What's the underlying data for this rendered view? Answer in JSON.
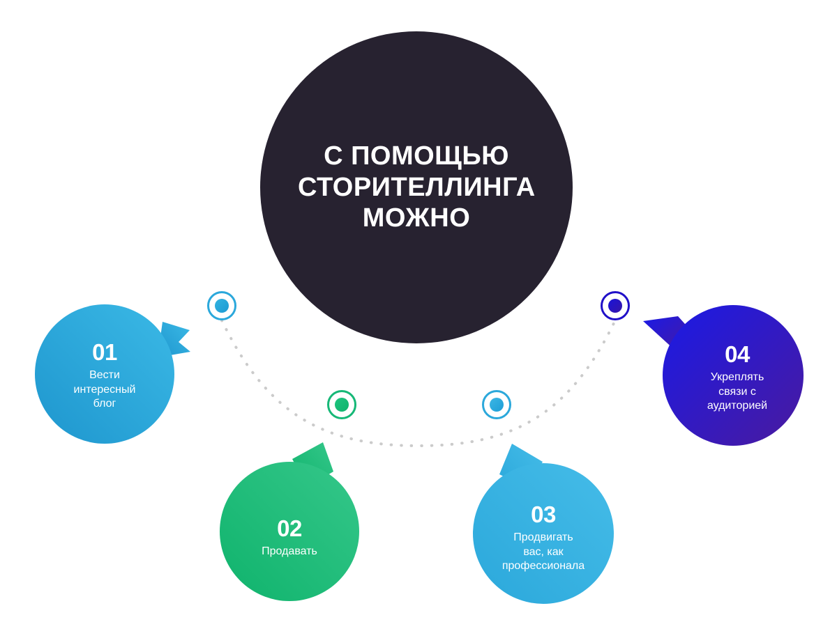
{
  "hub": {
    "title": "С ПОМОЩЬЮ\nСТОРИТЕЛЛИНГА\nМОЖНО",
    "background_color": "#272230",
    "text_color": "#FFFFFF"
  },
  "connector": {
    "style": "dotted-arc",
    "color": "#CCCCCC"
  },
  "steps": [
    {
      "number": "01",
      "label": "Вести\nинтересный\nблог",
      "color_start": "#35B4E2",
      "color_end": "#1E96CE",
      "marker_color": "#2BA8DB",
      "tail_direction": "up-right"
    },
    {
      "number": "02",
      "label": "Продавать",
      "color_start": "#2DC07E",
      "color_end": "#0FB36C",
      "marker_color": "#16B877",
      "tail_direction": "up-right"
    },
    {
      "number": "03",
      "label": "Продвигать\nвас, как\nпрофессионала",
      "color_start": "#3BB6E5",
      "color_end": "#2BA8DB",
      "marker_color": "#2BA8DB",
      "tail_direction": "up-left"
    },
    {
      "number": "04",
      "label": "Укреплять\nсвязи с\nаудиторией",
      "color_start": "#1A1AE6",
      "color_end": "#4A1A9E",
      "marker_color": "#2010C8",
      "tail_direction": "up-left"
    }
  ]
}
